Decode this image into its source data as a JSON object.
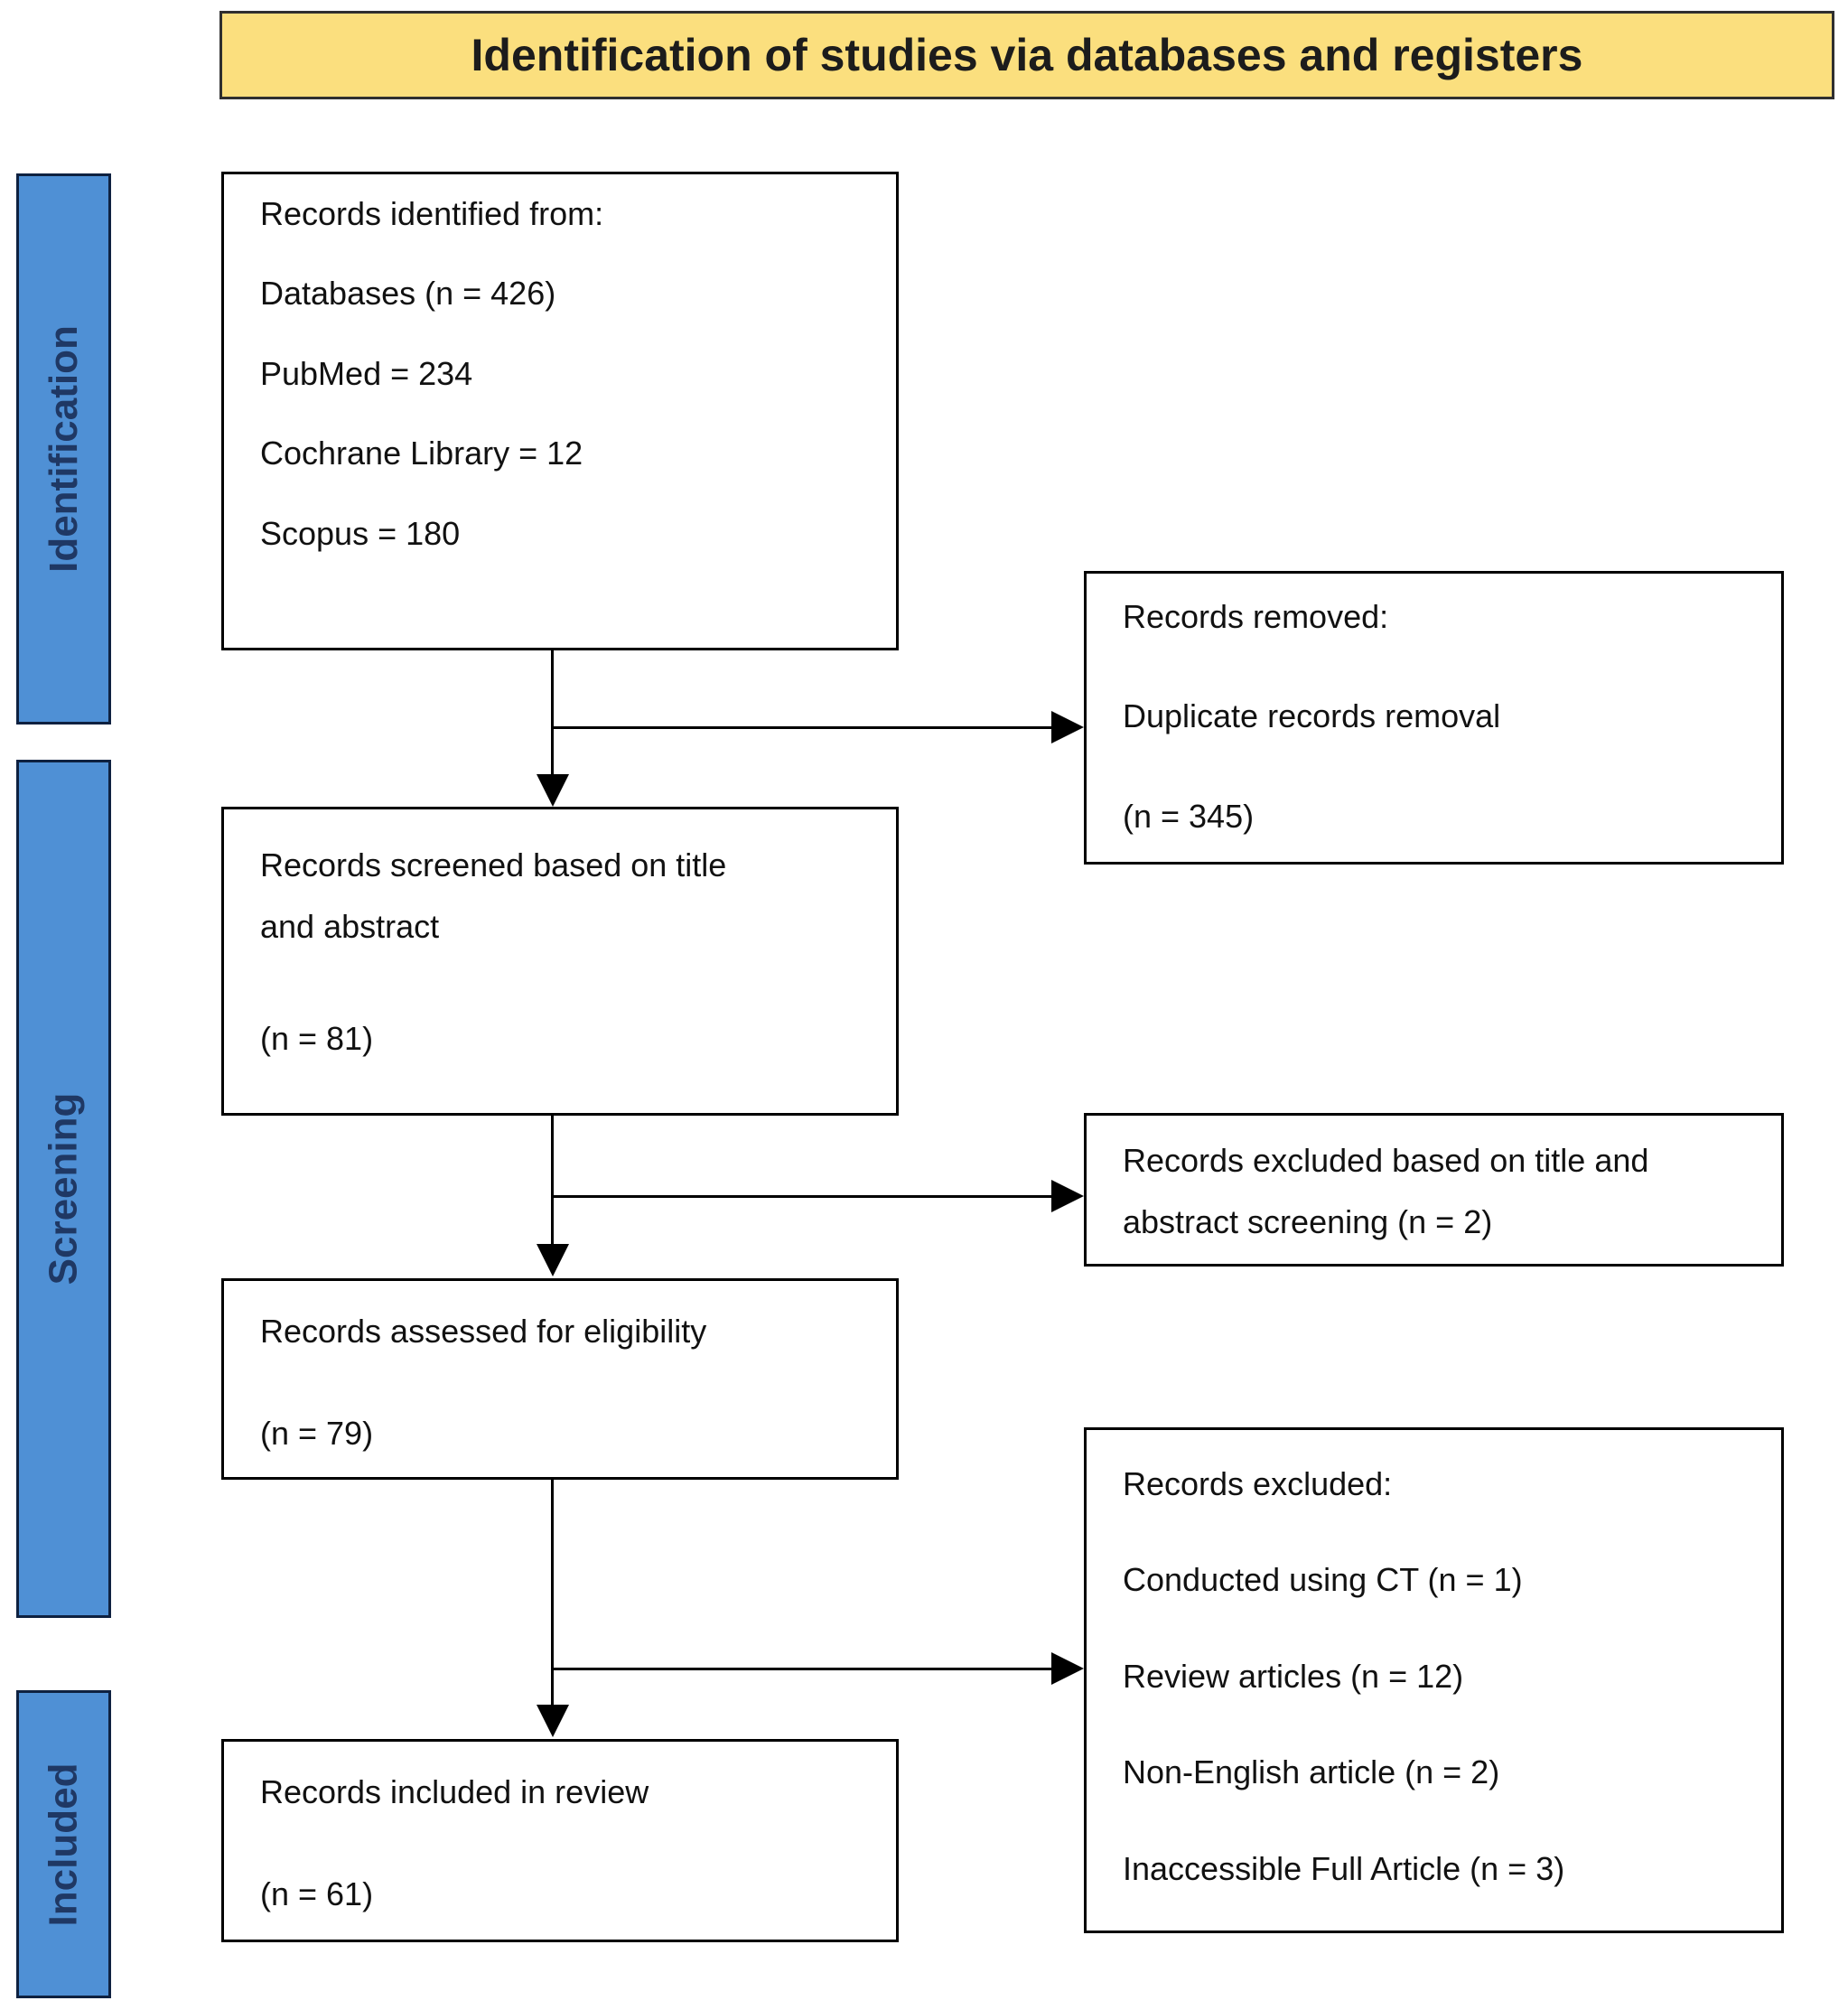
{
  "banner": {
    "title": "Identification  of studies via databases and registers"
  },
  "sidebar": {
    "labels": [
      "Identification",
      "Screening",
      "Included"
    ]
  },
  "flow_boxes": {
    "identified": {
      "lines": [
        "Records identified from:",
        "Databases (n = 426)",
        "PubMed = 234",
        "Cochrane Library = 12",
        "Scopus = 180"
      ]
    },
    "screened": {
      "lines": [
        "Records screened based on title and abstract",
        "(n = 81)"
      ]
    },
    "assessed": {
      "lines": [
        "Records assessed for eligibility",
        "(n = 79)"
      ]
    },
    "included": {
      "lines": [
        "Records included in review",
        "(n = 61)"
      ]
    }
  },
  "exclusion_boxes": {
    "removed": {
      "lines": [
        "Records removed:",
        "Duplicate records removal",
        "(n = 345)"
      ]
    },
    "excluded_screening": {
      "lines": [
        "Records excluded based on title and abstract screening (n = 2)"
      ]
    },
    "excluded_eligibility": {
      "lines": [
        "Records excluded:",
        "Conducted using CT (n = 1)",
        "Review articles (n = 12)",
        "Non-English article (n = 2)",
        "Inaccessible Full Article (n = 3)"
      ]
    }
  },
  "colors": {
    "banner_fill": "#FBDF7E",
    "sidebar_fill": "#4F90D5",
    "sidebar_text": "#1F3864",
    "box_border": "#000000",
    "line_color": "#000000"
  }
}
